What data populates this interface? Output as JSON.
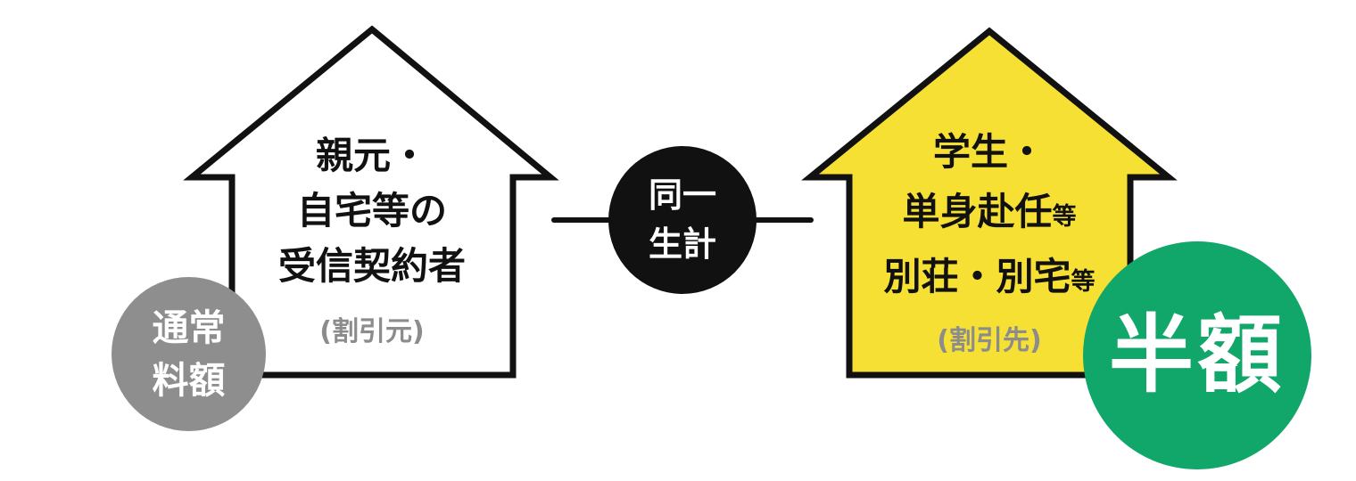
{
  "colors": {
    "background": "#FFFFFF",
    "outline": "#111111",
    "highlight_house": "#F7E034",
    "plain_house": "#FFFFFF",
    "normal_fee_badge": "#8E8E8E",
    "same_household_badge": "#111111",
    "half_price_badge": "#11A66A",
    "muted_text": "#8C8C8C",
    "badge_text": "#FFFFFF",
    "house_text": "#111111"
  },
  "left_house": {
    "lines": [
      "親元・",
      "自宅等の",
      "受信契約者"
    ],
    "note": "(割引元)"
  },
  "normal_fee_badge": {
    "lines": [
      "通常",
      "料額"
    ]
  },
  "same_household_badge": {
    "lines": [
      "同一",
      "生計"
    ]
  },
  "right_house": {
    "line1": "学生・",
    "line2_main": "単身赴任",
    "line2_suffix": "等",
    "line3_main": "別荘・別宅",
    "line3_suffix": "等",
    "note": "(割引先)"
  },
  "half_price_badge": {
    "label": "半額"
  }
}
